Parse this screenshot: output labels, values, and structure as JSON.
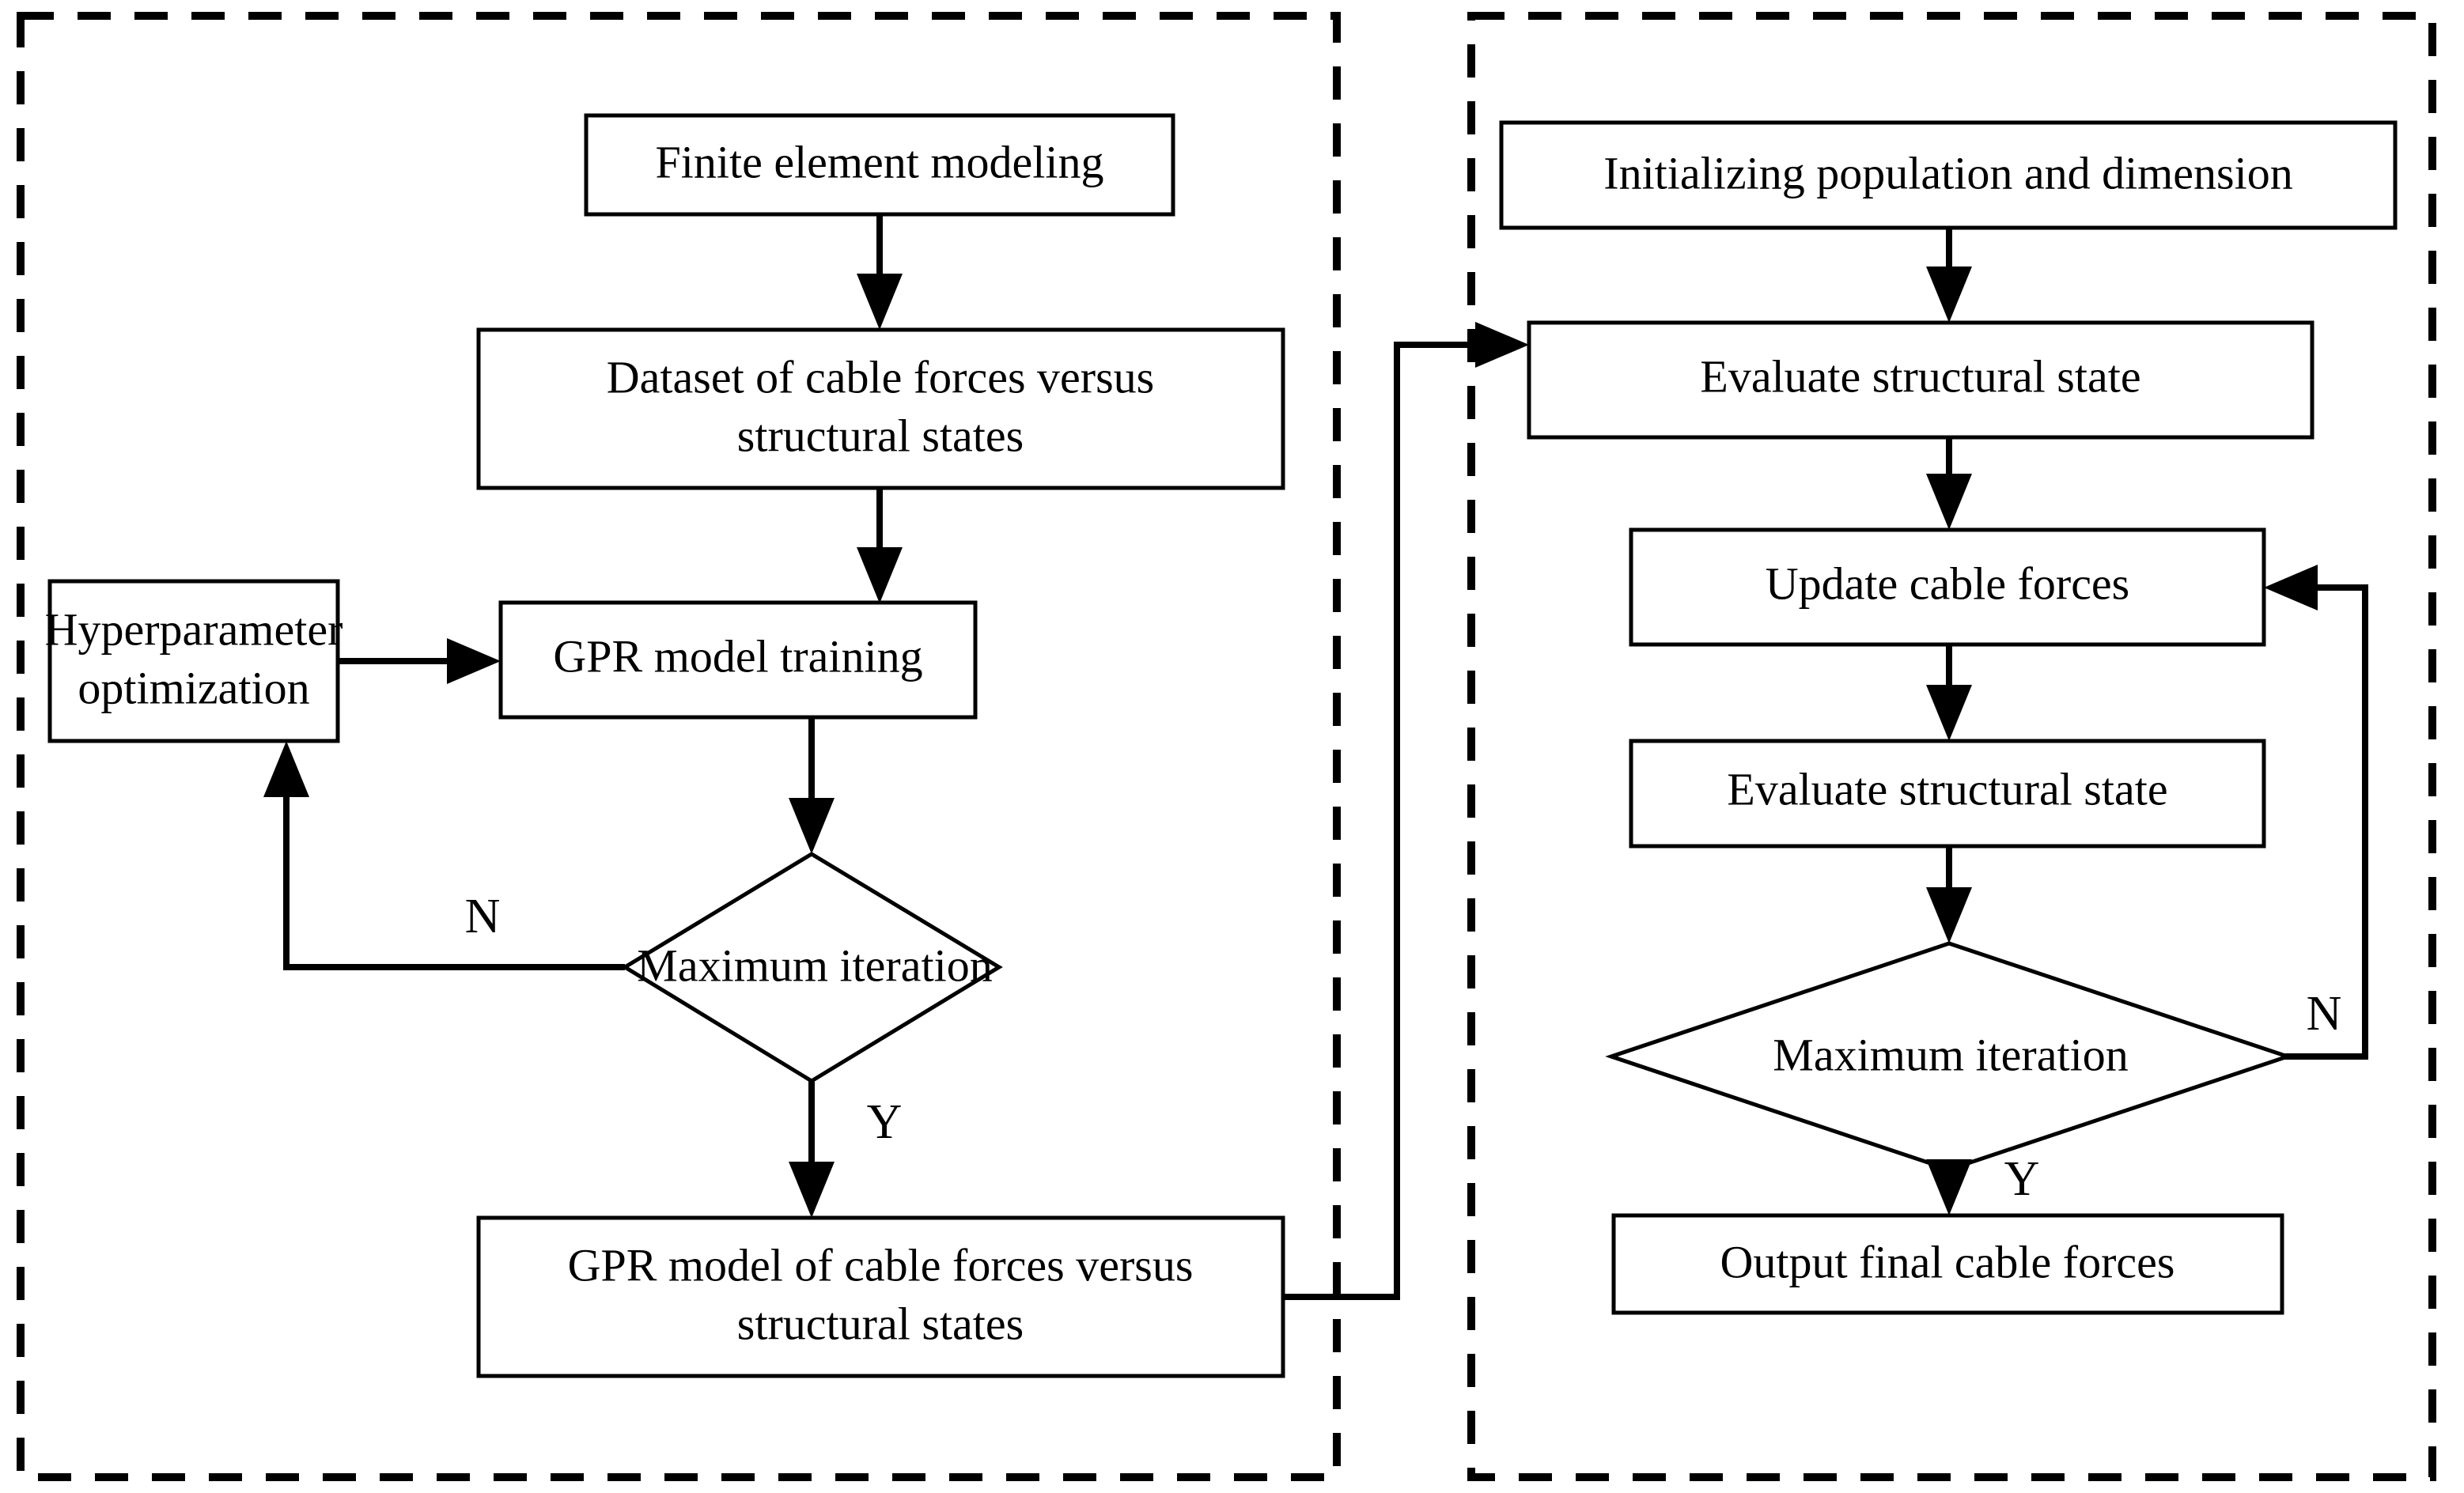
{
  "diagram": {
    "title": "Flowchart of GPR surrogate model training and cable force optimization",
    "colors": {
      "background": "#ffffff",
      "stroke": "#000000",
      "fill": "#ffffff"
    },
    "panels": [
      {
        "id": "left-panel",
        "name": "gpr-model-training-panel",
        "border_style": "dashed",
        "nodes": [
          {
            "id": "finite-element-modeling",
            "shape": "rect",
            "label": "Finite element modeling"
          },
          {
            "id": "dataset-cable-forces",
            "shape": "rect",
            "label_line1": "Dataset of cable forces versus",
            "label_line2": "structural states"
          },
          {
            "id": "hyperparameter-optimization",
            "shape": "rect",
            "label_line1": "Hyperparameter",
            "label_line2": "optimization"
          },
          {
            "id": "gpr-model-training",
            "shape": "rect",
            "label": "GPR model training"
          },
          {
            "id": "maximum-iteration-left",
            "shape": "diamond",
            "label": "Maximum iteration"
          },
          {
            "id": "gpr-model-output",
            "shape": "rect",
            "label_line1": "GPR model of cable forces versus",
            "label_line2": "structural states"
          }
        ],
        "branch_labels": {
          "no": "N",
          "yes": "Y"
        }
      },
      {
        "id": "right-panel",
        "name": "cable-force-optimization-panel",
        "border_style": "dashed",
        "nodes": [
          {
            "id": "initializing-population",
            "shape": "rect",
            "label": "Initializing population and dimension"
          },
          {
            "id": "evaluate-structural-state-1",
            "shape": "rect",
            "label": "Evaluate structural state"
          },
          {
            "id": "update-cable-forces",
            "shape": "rect",
            "label": "Update cable forces"
          },
          {
            "id": "evaluate-structural-state-2",
            "shape": "rect",
            "label": "Evaluate structural state"
          },
          {
            "id": "maximum-iteration-right",
            "shape": "diamond",
            "label": "Maximum iteration"
          },
          {
            "id": "output-final-cable-forces",
            "shape": "rect",
            "label": "Output final cable forces"
          }
        ],
        "branch_labels": {
          "no": "N",
          "yes": "Y"
        }
      }
    ]
  }
}
